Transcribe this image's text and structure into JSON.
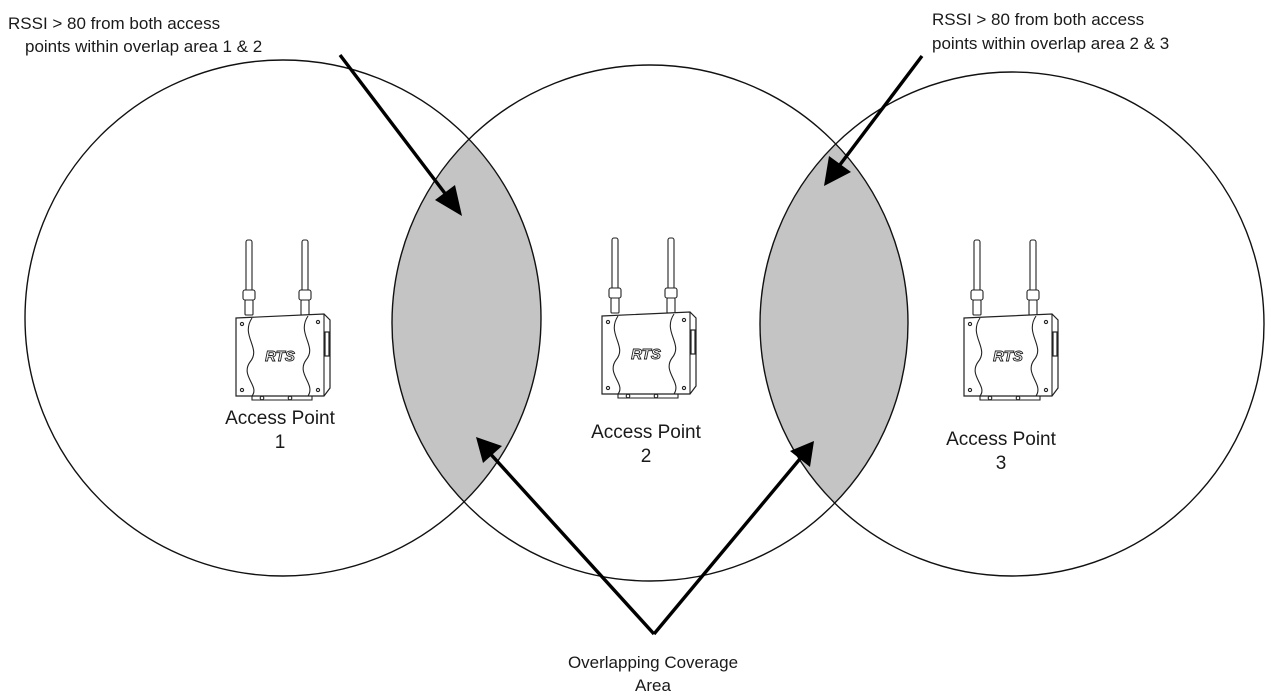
{
  "access_points": [
    {
      "line1": "Access Point",
      "line2": "1",
      "logo": "RTS"
    },
    {
      "line1": "Access Point",
      "line2": "2",
      "logo": "RTS"
    },
    {
      "line1": "Access Point",
      "line2": "3",
      "logo": "RTS"
    }
  ],
  "notes": {
    "left": {
      "line1": "RSSI > 80 from both access",
      "line2": "points within overlap area 1 & 2"
    },
    "right": {
      "line1": "RSSI > 80 from both access",
      "line2": "points within overlap area 2 & 3"
    }
  },
  "overlap_label": {
    "line1": "Overlapping Coverage",
    "line2": "Area"
  },
  "colors": {
    "overlap_fill": "#c4c4c4",
    "stroke": "#111111",
    "arrow": "#000000"
  }
}
